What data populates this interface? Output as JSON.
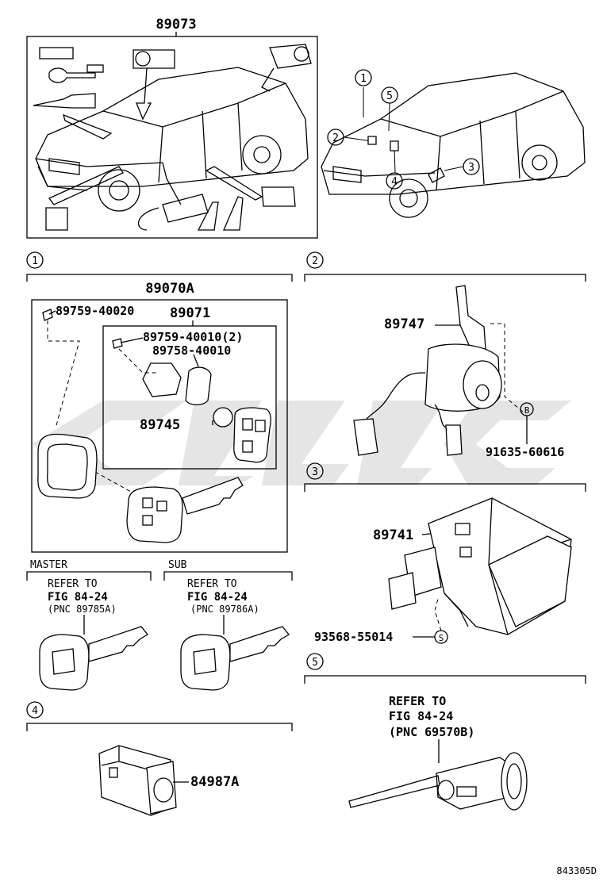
{
  "top_part_number": "89073",
  "callouts": [
    "1",
    "2",
    "3",
    "4",
    "5"
  ],
  "section1": {
    "number": "1",
    "kit": "89070A",
    "parts": {
      "p89759_40020": "89759-40020",
      "p89071": "89071",
      "p89759_40010": "89759-40010(2)",
      "p89758_40010": "89758-40010",
      "p89745": "89745"
    }
  },
  "section2": {
    "number": "2",
    "part": "89747",
    "screw_tag": "B",
    "screw": "91635-60616"
  },
  "section3": {
    "number": "3",
    "part": "89741",
    "screw_tag": "S",
    "screw": "93568-55014"
  },
  "master": {
    "title": "MASTER",
    "ref1": "REFER TO",
    "ref2": "FIG 84-24",
    "ref3": "(PNC 89785A)"
  },
  "sub": {
    "title": "SUB",
    "ref1": "REFER TO",
    "ref2": "FIG 84-24",
    "ref3": "(PNC 89786A)"
  },
  "section4": {
    "number": "4",
    "part": "84987A"
  },
  "section5": {
    "number": "5",
    "ref1": "REFER TO",
    "ref2": "FIG 84-24",
    "ref3": "(PNC 69570B)"
  },
  "diagram_code": "843305D"
}
